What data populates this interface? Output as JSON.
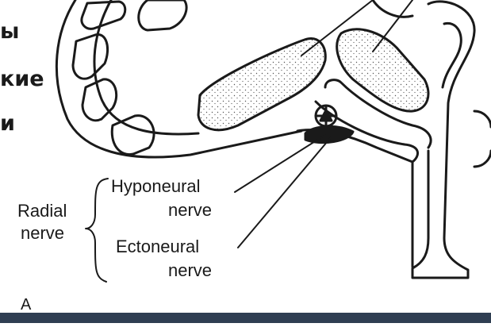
{
  "slide_text_fragments": [
    "ы",
    "кие",
    "и"
  ],
  "labels": {
    "radial_line1": "Radial",
    "radial_line2": "nerve",
    "hyponeural_line1": "Hyponeural",
    "hyponeural_line2": "nerve",
    "ectoneural_line1": "Ectoneural",
    "ectoneural_line2": "nerve",
    "panel_letter": "A"
  },
  "colors": {
    "ink": "#1a1a1a",
    "background": "#ffffff",
    "bottom_bar": "#2f3e52"
  }
}
